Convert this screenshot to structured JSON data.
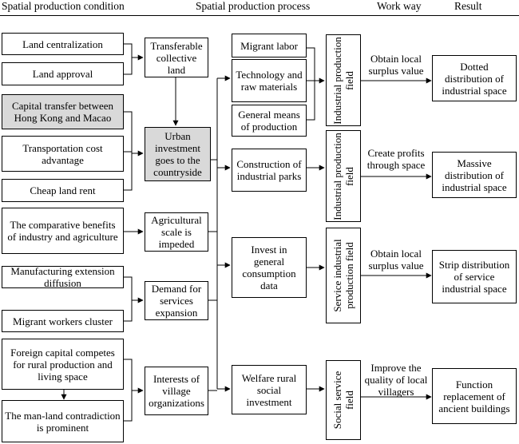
{
  "headers": {
    "condition": "Spatial production condition",
    "process": "Spatial production process",
    "work_way": "Work way",
    "result": "Result"
  },
  "conditions": {
    "land_centralization": "Land centralization",
    "land_approval": "Land approval",
    "capital_transfer": "Capital transfer between Hong Kong and Macao",
    "transport_cost": "Transportation cost advantage",
    "cheap_land_rent": "Cheap land rent",
    "comparative_benefits": "The comparative benefits of industry and agriculture",
    "manufacturing_diffusion": "Manufacturing extension diffusion",
    "migrant_cluster": "Migrant workers cluster",
    "foreign_capital": "Foreign capital competes for rural production and living space",
    "man_land": "The man-land contradiction is prominent"
  },
  "intermediate": {
    "transferable_land": "Transferable collective land",
    "urban_investment": "Urban investment goes to the countryside",
    "agri_scale": "Agricultural scale is impeded",
    "services_demand": "Demand for services expansion",
    "village_interests": "Interests of village organizations"
  },
  "process": {
    "migrant_labor": "Migrant labor",
    "tech_materials": "Technology and raw materials",
    "general_means": "General means of production",
    "industrial_parks": "Construction of industrial parks",
    "consumption_data": "Invest in general consumption data",
    "welfare_investment": "Welfare rural social investment"
  },
  "fields": {
    "industrial_1": "Industrial production field",
    "industrial_2": "Industrial production field",
    "service_industrial": "Service industrial production field",
    "social_service": "Social service field"
  },
  "work_ways": {
    "surplus_1": "Obtain local surplus value",
    "profits_space": "Create profits through space",
    "surplus_2": "Obtain local surplus value",
    "improve_quality": "Improve the quality of local villagers"
  },
  "results": {
    "dotted": "Dotted distribution of industrial space",
    "massive": "Massive distribution of industrial space",
    "strip": "Strip distribution of service industrial space",
    "function_replacement": "Function replacement of ancient buildings"
  }
}
